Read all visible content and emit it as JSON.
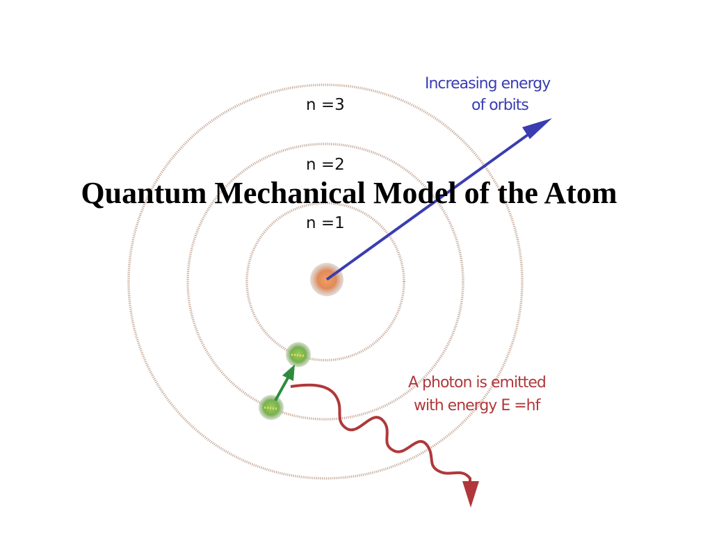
{
  "title": "Quantum Mechanical Model of the Atom",
  "orbits": [
    {
      "label": "n =1"
    },
    {
      "label": "n =2"
    },
    {
      "label": "n =3"
    }
  ],
  "energy_annotation": {
    "line1": "Increasing energy",
    "line2": "of orbits"
  },
  "photon_annotation": {
    "line1": "A photon is emitted",
    "line2": "with energy E =hf"
  },
  "colors": {
    "orbit": "#c4a898",
    "energy_arrow": "#3a3db0",
    "photon": "#b0383a",
    "transition_arrow": "#2e8b3e",
    "nucleus": "#e8905a",
    "electron": "#7ab850"
  }
}
